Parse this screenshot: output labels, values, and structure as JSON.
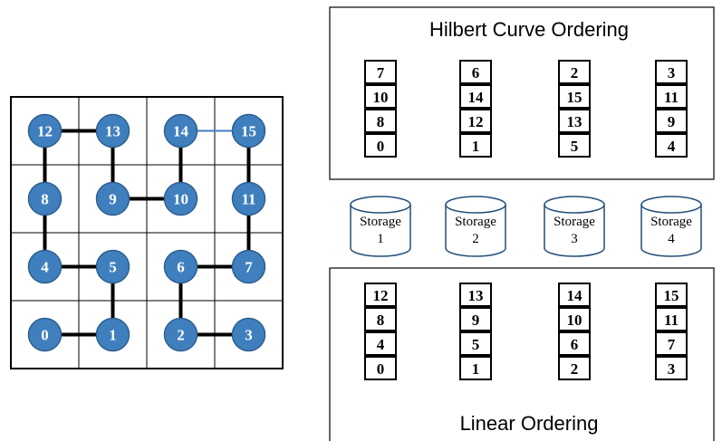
{
  "grid": {
    "node_color": "#3f7fbe",
    "node_stroke": "#2e5f8f",
    "path_color": "#000000",
    "thin_link_color": "#3f7fbe",
    "rows": [
      [
        "12",
        "13",
        "14",
        "15"
      ],
      [
        "8",
        "9",
        "10",
        "11"
      ],
      [
        "4",
        "5",
        "6",
        "7"
      ],
      [
        "0",
        "1",
        "2",
        "3"
      ]
    ],
    "links": [
      [
        "0",
        "1"
      ],
      [
        "1",
        "5"
      ],
      [
        "5",
        "4"
      ],
      [
        "4",
        "8"
      ],
      [
        "8",
        "12"
      ],
      [
        "12",
        "13"
      ],
      [
        "13",
        "9"
      ],
      [
        "9",
        "10"
      ],
      [
        "10",
        "14"
      ],
      [
        "14",
        "15"
      ],
      [
        "15",
        "11"
      ],
      [
        "11",
        "7"
      ],
      [
        "7",
        "6"
      ],
      [
        "6",
        "2"
      ],
      [
        "2",
        "3"
      ]
    ],
    "thin_links": [
      [
        "14",
        "15"
      ]
    ]
  },
  "hilbert_panel": {
    "title": "Hilbert Curve Ordering",
    "columns": [
      [
        "7",
        "10",
        "8",
        "0"
      ],
      [
        "6",
        "14",
        "12",
        "1"
      ],
      [
        "2",
        "15",
        "13",
        "5"
      ],
      [
        "3",
        "11",
        "9",
        "4"
      ]
    ]
  },
  "storage": {
    "label": "Storage",
    "units": [
      "1",
      "2",
      "3",
      "4"
    ]
  },
  "linear_panel": {
    "title": "Linear Ordering",
    "columns": [
      [
        "12",
        "8",
        "4",
        "0"
      ],
      [
        "13",
        "9",
        "5",
        "1"
      ],
      [
        "14",
        "10",
        "6",
        "2"
      ],
      [
        "15",
        "11",
        "7",
        "3"
      ]
    ]
  }
}
